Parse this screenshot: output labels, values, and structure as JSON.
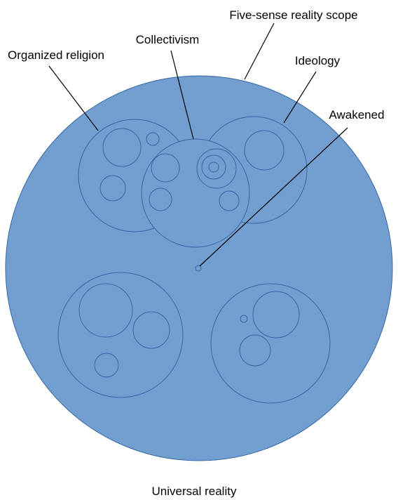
{
  "colors": {
    "fill": "#729fcf",
    "ring": "#3465a4",
    "text": "#000000",
    "background": "#ffffff"
  },
  "labels": {
    "five_sense": "Five-sense reality scope",
    "collectivism": "Collectivism",
    "organized_religion": "Organized religion",
    "ideology": "Ideology",
    "awakened": "Awakened",
    "universal": "Universal reality"
  }
}
